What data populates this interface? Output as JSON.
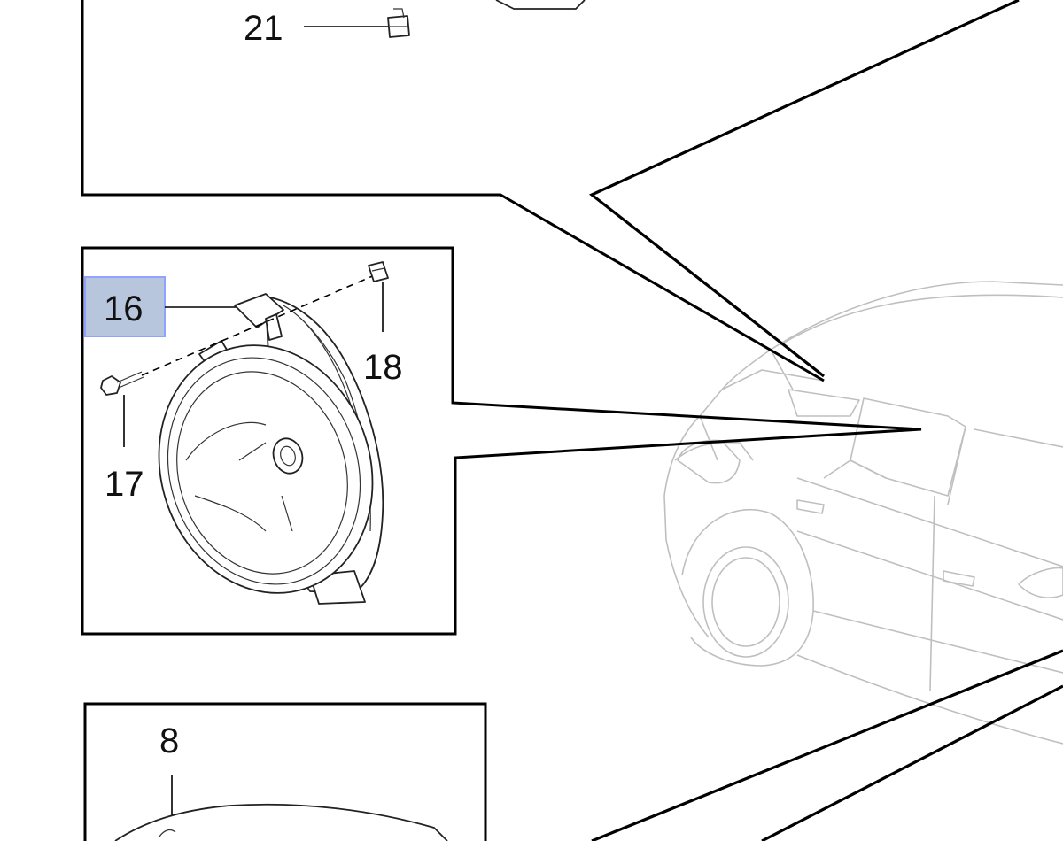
{
  "callouts": {
    "c21": "21",
    "c16": "16",
    "c18": "18",
    "c17": "17",
    "c8": "8"
  },
  "highlight": {
    "part": "16",
    "fill_color": "#b7c6dd",
    "border_color": "#8fa3ff"
  },
  "colors": {
    "frame": "#000000",
    "car_outline": "#bfbfbf"
  }
}
